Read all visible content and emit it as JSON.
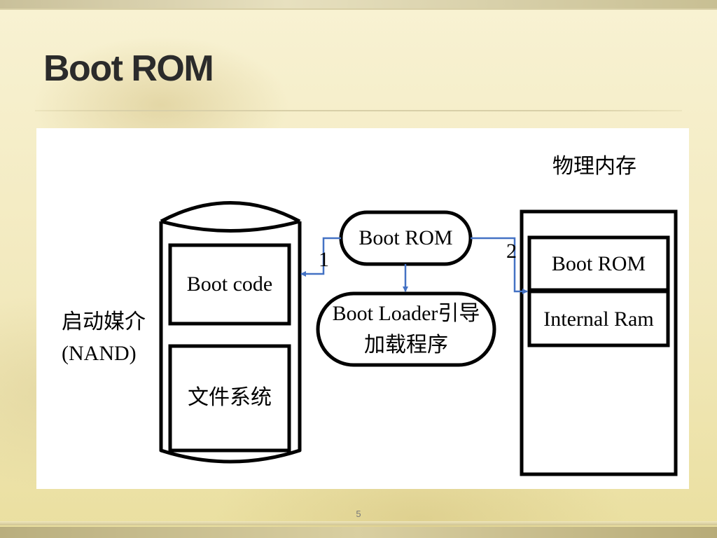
{
  "slide": {
    "title": "Boot ROM",
    "page_number": "5"
  },
  "diagram": {
    "physical_memory_label": "物理内存",
    "storage_media_label": "启动媒介",
    "storage_media_sublabel": "(NAND)",
    "nand": {
      "boot_code_label": "Boot code",
      "filesystem_label": "文件系统"
    },
    "boot_rom_node_label": "Boot ROM",
    "boot_loader_node": {
      "line1": "Boot Loader引导",
      "line2": "加载程序"
    },
    "memory": {
      "boot_rom_label": "Boot ROM",
      "internal_ram_label": "Internal Ram"
    },
    "step_labels": [
      "1",
      "2"
    ],
    "colors": {
      "arrow": "#4472c4",
      "outline": "#000000"
    }
  }
}
